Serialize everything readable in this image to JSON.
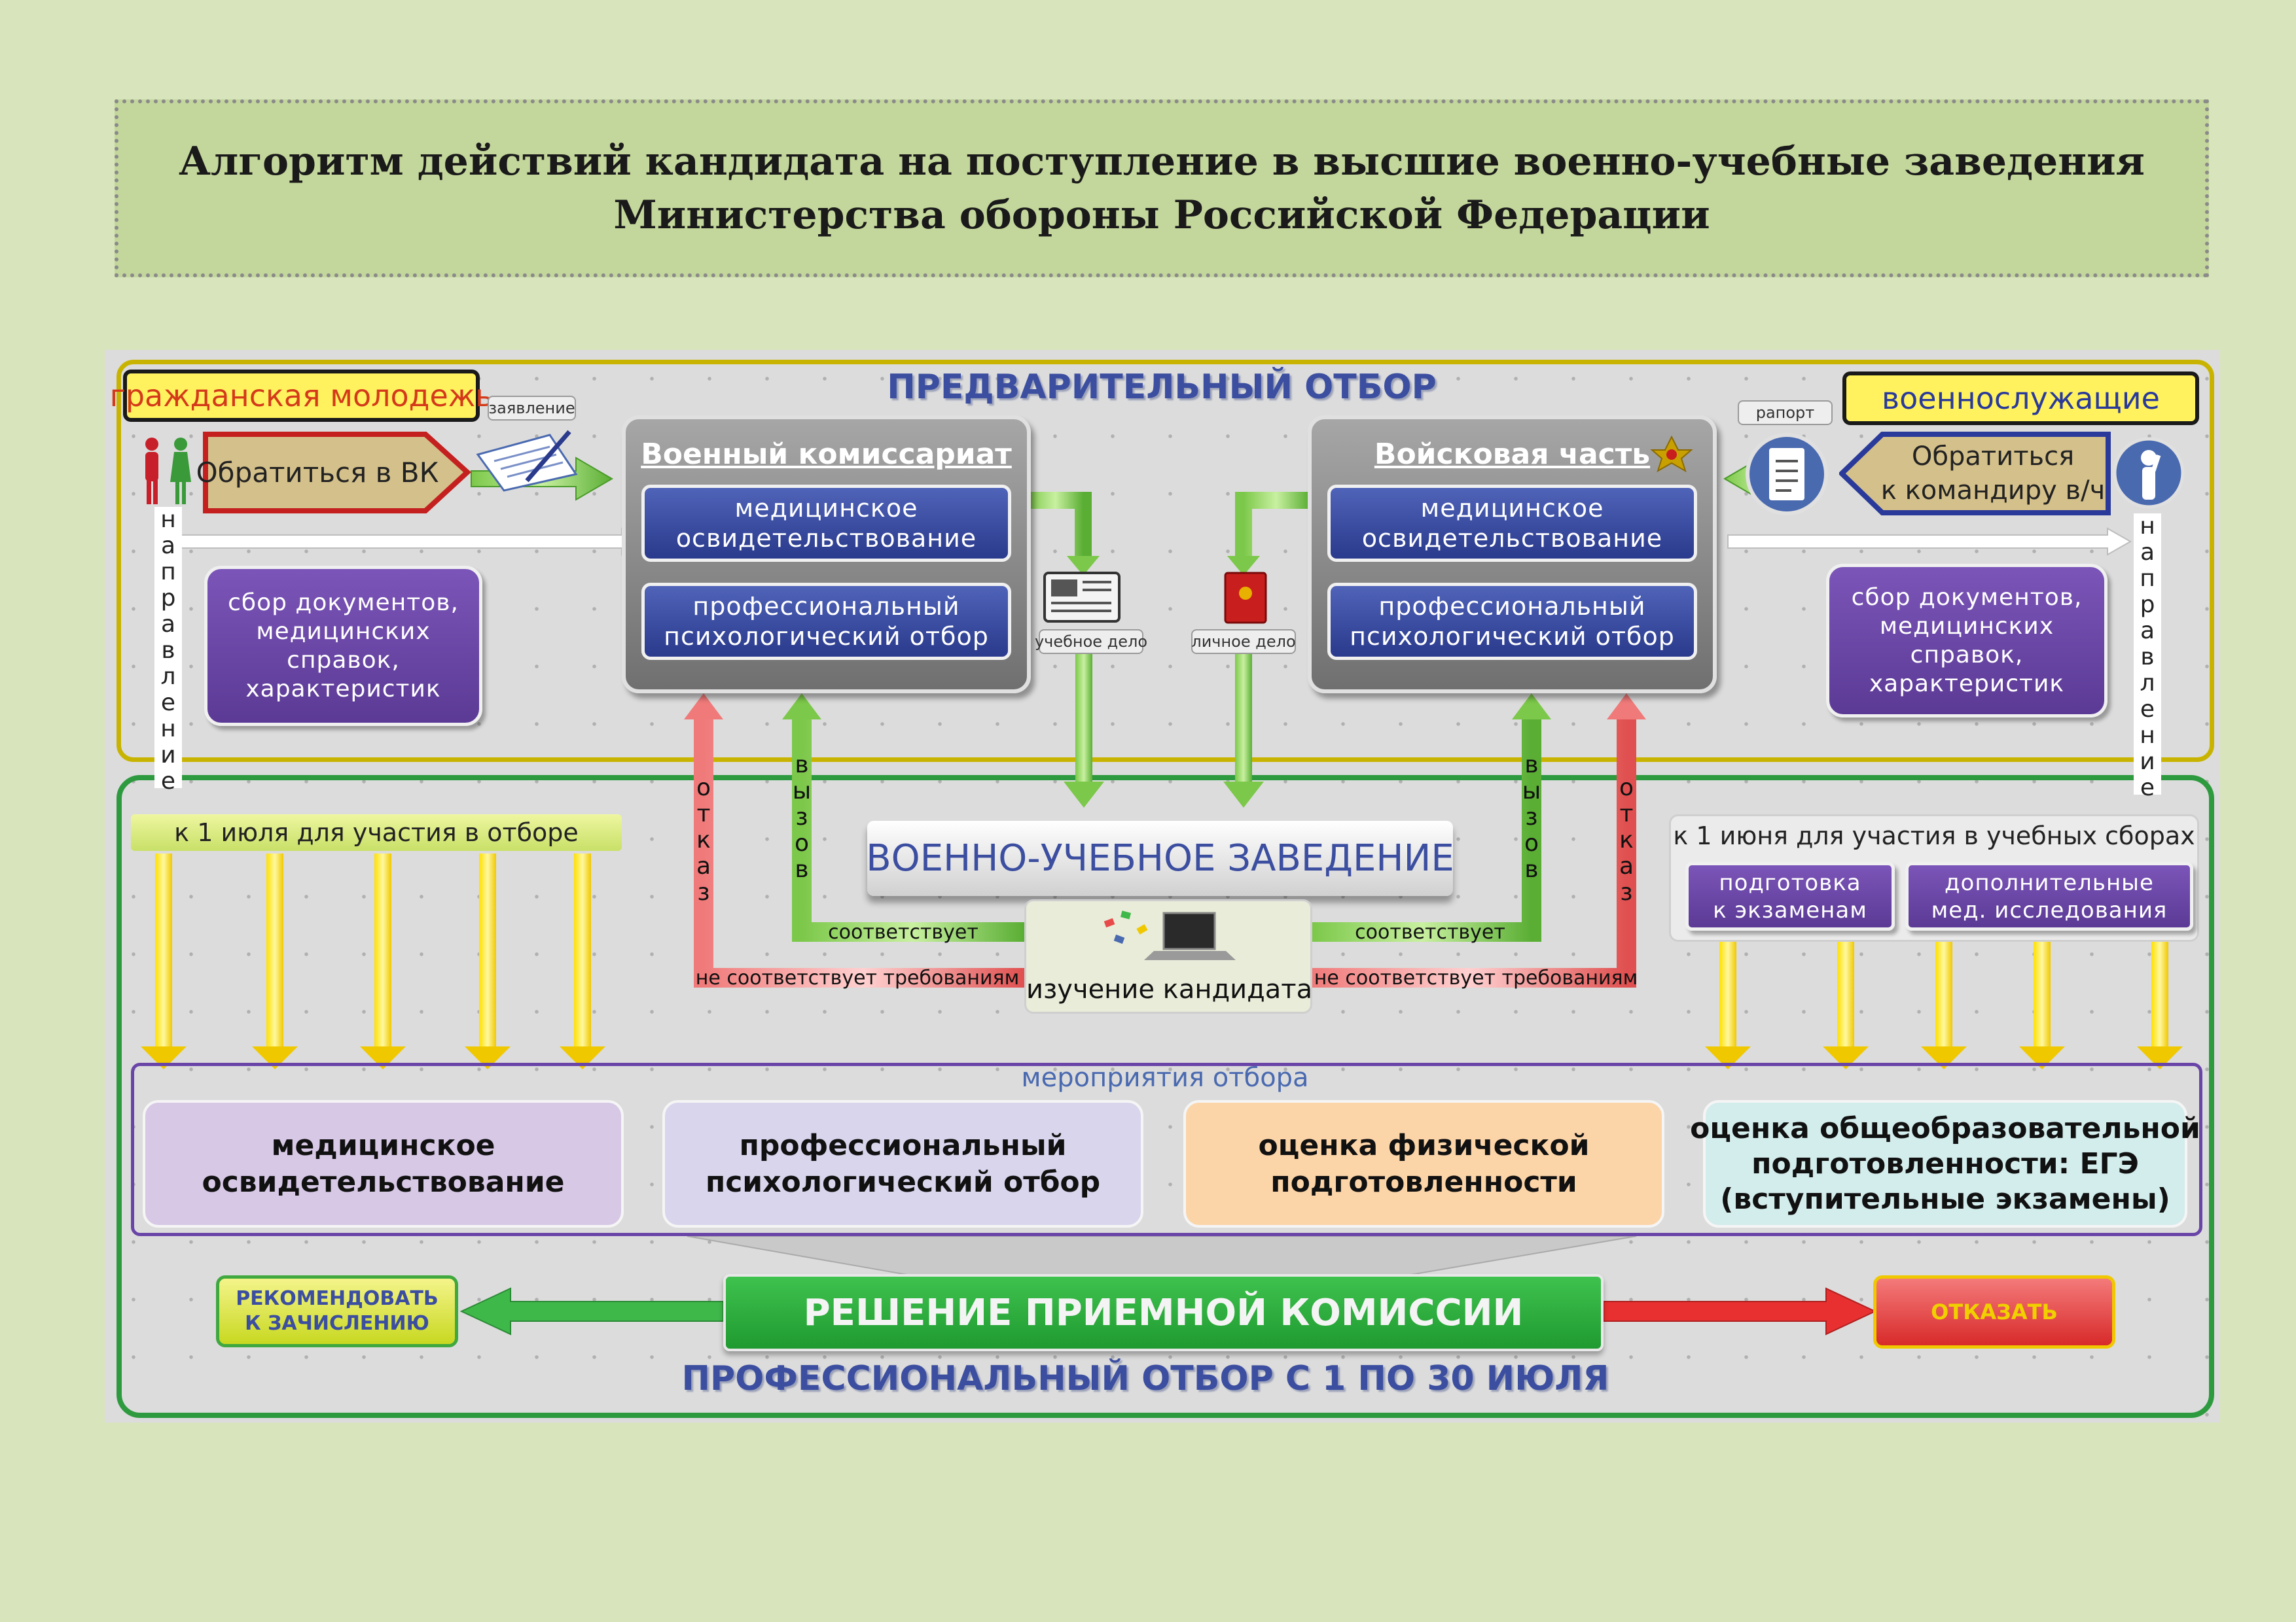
{
  "title": {
    "line1": "Алгоритм действий кандидата на поступление в высшие военно-учебные заведения",
    "line2": "Министерства обороны Российской Федерации"
  },
  "preliminary": {
    "heading": "ПРЕДВАРИТЕЛЬНЫЙ  ОТБОР",
    "civilian_label": "гражданская молодежь",
    "military_label": "военнослужащие",
    "application_tag": "заявление",
    "report_tag": "рапорт",
    "contact_vk": "Обратиться в ВК",
    "contact_commander_line1": "Обратиться",
    "contact_commander_line2": "к командиру в/ч",
    "direction_left": [
      "н",
      "а",
      "п",
      "р",
      "а",
      "в",
      "л",
      "е",
      "н",
      "и",
      "е"
    ],
    "direction_right": [
      "н",
      "а",
      "п",
      "р",
      "а",
      "в",
      "л",
      "е",
      "н",
      "и",
      "е"
    ],
    "docs_left": [
      "сбор документов,",
      "медицинских",
      "справок,",
      "характеристик"
    ],
    "docs_right": [
      "сбор документов,",
      "медицинских",
      "справок,",
      "характеристик"
    ],
    "commissariat": {
      "title": "Военный комиссариат",
      "med_line1": "медицинское",
      "med_line2": "освидетельствование",
      "psy_line1": "профессиональный",
      "psy_line2": "психологический отбор"
    },
    "unit": {
      "title": "Войсковая часть",
      "med_line1": "медицинское",
      "med_line2": "освидетельствование",
      "psy_line1": "профессиональный",
      "psy_line2": "психологический отбор"
    },
    "study_file_tag": "учебное дело",
    "personal_file_tag": "личное дело"
  },
  "center": {
    "institution": "ВОЕННО-УЧЕБНОЕ ЗАВЕДЕНИЕ",
    "refusal_letters": [
      "о",
      "т",
      "к",
      "а",
      "з"
    ],
    "call_letters": [
      "в",
      "ы",
      "з",
      "о",
      "в"
    ],
    "matches": "соответствует",
    "not_matches": "не соответствует требованиям",
    "study_candidate": "изучение кандидата"
  },
  "professional": {
    "left_deadline": "к 1 июля для участия в отборе",
    "right_deadline": "к 1 июня для участия в учебных сборах",
    "exam_prep_line1": "подготовка",
    "exam_prep_line2": "к экзаменам",
    "extra_med_line1": "дополнительные",
    "extra_med_line2": "мед. исследования",
    "events_label": "мероприятия отбора",
    "box_med_line1": "медицинское",
    "box_med_line2": "освидетельствование",
    "box_psy_line1": "профессиональный",
    "box_psy_line2": "психологический отбор",
    "box_phys_line1": "оценка физической",
    "box_phys_line2": "подготовленности",
    "box_edu_line1": "оценка общеобразовательной",
    "box_edu_line2": "подготовленности: ЕГЭ",
    "box_edu_line3": "(вступительные экзамены)",
    "decision": "РЕШЕНИЕ ПРИЕМНОЙ КОМИССИИ",
    "recommend_line1": "РЕКОМЕНДОВАТЬ",
    "recommend_line2": "К ЗАЧИСЛЕНИЮ",
    "refuse": "ОТКАЗАТЬ",
    "heading": "ПРОФЕССИОНАЛЬНЫЙ  ОТБОР  С 1 ПО 30 ИЮЛЯ"
  },
  "colors": {
    "accent_blue": "#3b4ea0",
    "yellow": "#fff25e",
    "green": "#2fb44a",
    "red": "#e84a4a",
    "purple": "#6a45a8"
  }
}
